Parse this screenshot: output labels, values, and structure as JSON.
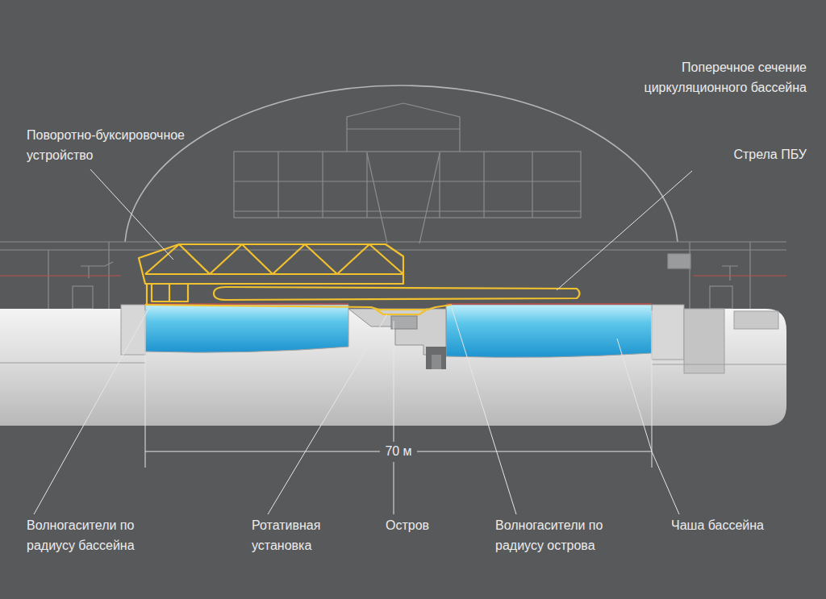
{
  "diagram": {
    "title": "Поперечное сечение циркуляционного бассейна",
    "labels": [
      "Поворотно-буксировочное устройство",
      "Стрела ПБУ",
      "Волногасители по радиусу бассейна",
      "Ротативная установка",
      "Остров",
      "Волногасители по радиусу острова",
      "Чаша бассейна",
      "70 м"
    ]
  }
}
